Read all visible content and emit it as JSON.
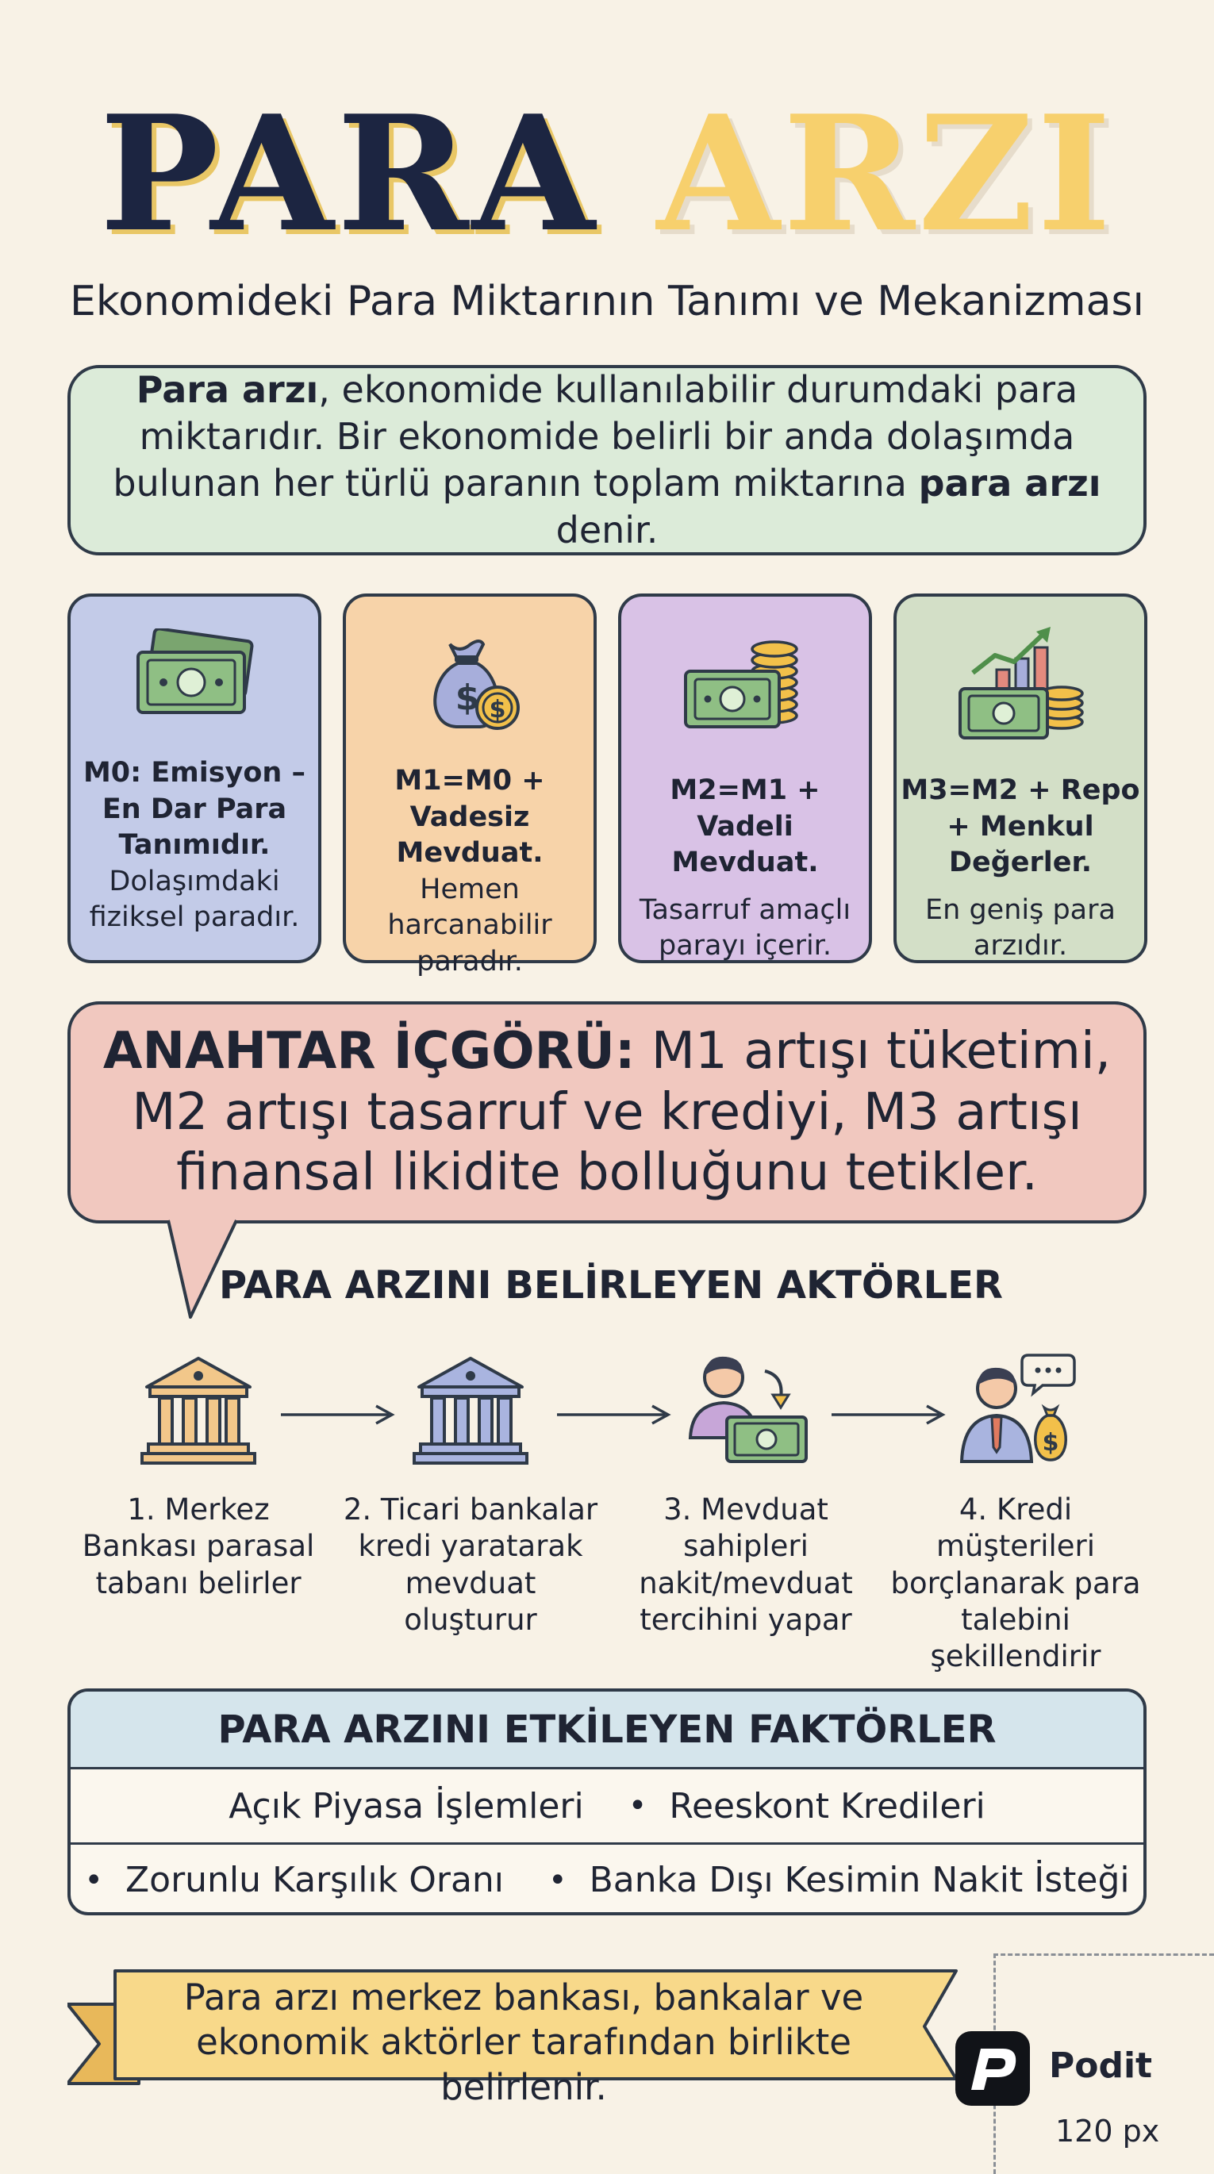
{
  "title": {
    "word1": "PARA",
    "word2": "ARZI"
  },
  "subtitle": "Ekonomideki Para Miktarının Tanımı ve Mekanizması",
  "definition": {
    "bold1": "Para arzı",
    "text1": ", ekonomide kullanılabilir durumdaki para miktarıdır. Bir ekonomide belirli bir anda dolaşımda bulunan her türlü paranın toplam miktarına ",
    "bold2": "para arzı",
    "text2": " denir."
  },
  "cards": [
    {
      "head": "M0: Emisyon – En Dar Para Tanımıdır.",
      "desc": "Dolaşımdaki fiziksel paradır.",
      "icon": "banknote-icon"
    },
    {
      "head": "M1=M0 + Vadesiz Mevduat.",
      "desc": "Hemen harcanabilir paradır.",
      "icon": "money-bag-icon"
    },
    {
      "head": "M2=M1 + Vadeli Mevduat.",
      "desc": "Tasarruf amaçlı parayı içerir.",
      "icon": "cash-coins-icon"
    },
    {
      "head": "M3=M2 + Repo + Menkul Değerler.",
      "desc": "En geniş para arzıdır.",
      "icon": "growth-chart-money-icon"
    }
  ],
  "insight": {
    "bold": "ANAHTAR İÇGÖRÜ:",
    "text": " M1 artışı tüketimi, M2 artışı tasarruf ve krediyi, M3 artışı finansal likidite bolluğunu tetikler."
  },
  "actors": {
    "title": "PARA ARZINI BELİRLEYEN AKTÖRLER",
    "items": [
      {
        "label": "1. Merkez Bankası parasal tabanı belirler",
        "icon": "central-bank-icon"
      },
      {
        "label": "2. Ticari bankalar kredi yaratarak mevduat oluşturur",
        "icon": "commercial-bank-icon"
      },
      {
        "label": "3. Mevduat sahipleri nakit/mevduat tercihini yapar",
        "icon": "depositor-icon"
      },
      {
        "label": "4. Kredi müşterileri borçlanarak para talebini şekillendirir",
        "icon": "borrower-icon"
      }
    ]
  },
  "factors": {
    "title": "PARA ARZINI ETKİLEYEN FAKTÖRLER",
    "bullet": "•",
    "row1": [
      "Açık Piyasa İşlemleri",
      "Reeskont Kredileri"
    ],
    "row2": [
      "Zorunlu Karşılık Oranı",
      "Banka Dışı Kesimin Nakit İsteği"
    ]
  },
  "footer": {
    "ribbon_text": "Para arzı merkez bankası, bankalar ve ekonomik aktörler tarafından birlikte belirlenir.",
    "logo_name": "Podit",
    "size_label": "120 px"
  },
  "colors": {
    "navy": "#1c2541",
    "gold": "#f7d06d",
    "definition_bg": "#dcebd9",
    "m0_bg": "#c3cbe8",
    "m1_bg": "#f7d3a9",
    "m2_bg": "#d9c2e6",
    "m3_bg": "#d3dfc7",
    "insight_bg": "#f1c8bf",
    "factors_header_bg": "#d5e5ec",
    "ribbon_bg": "#f8d98a"
  }
}
